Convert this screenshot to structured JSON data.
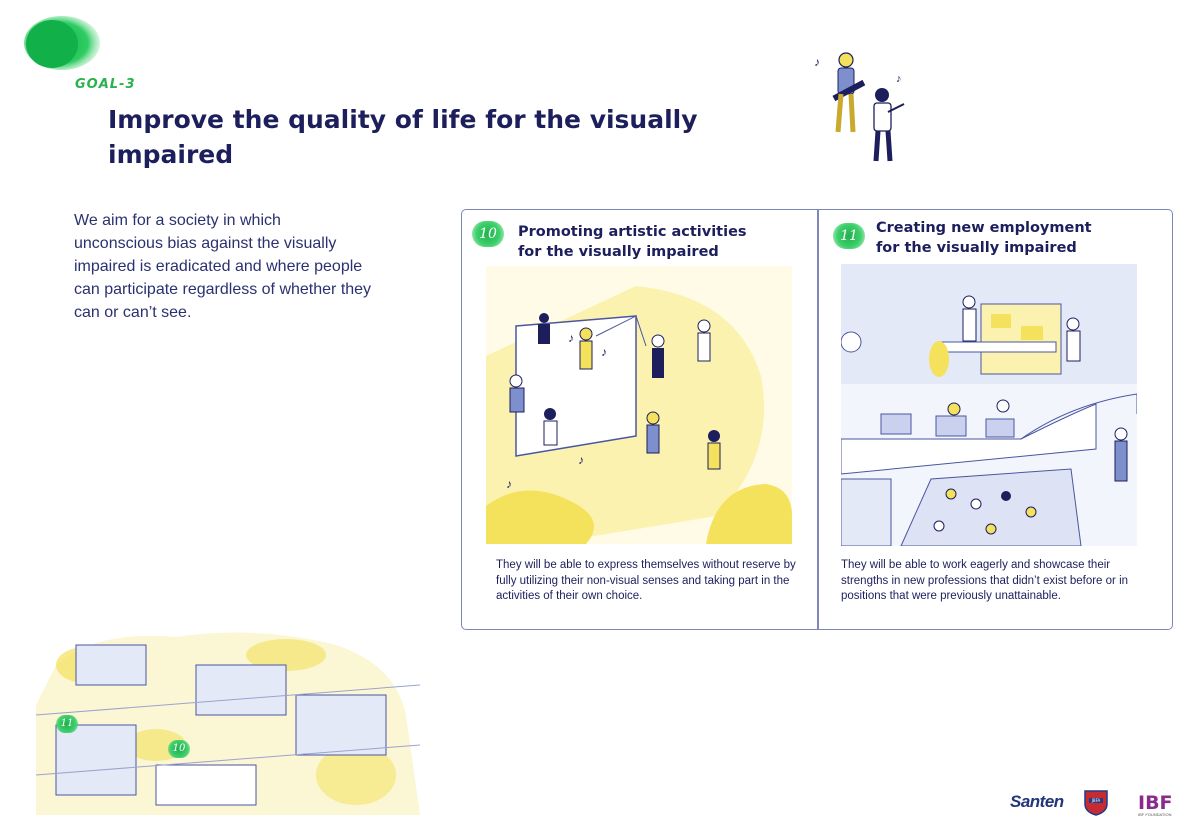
{
  "goal_label": "GOAL-3",
  "title": "Improve the quality of life for the visually impaired",
  "intro": "We aim for a society in which unconscious bias against the visually impaired is eradicated and where people can participate regardless of whether they can or can’t see.",
  "cards": [
    {
      "number": "10",
      "title": "Promoting artistic activities\nfor the visually impaired",
      "caption": "They will be able to express themselves without reserve by fully utilizing their non-visual senses and taking part in the activities of their own choice."
    },
    {
      "number": "11",
      "title": "Creating new employment\nfor the visually impaired",
      "caption": "They will be able to work eagerly and showcase their strengths in new professions that didn’t exist before or in positions that were previously unattainable."
    }
  ],
  "map_badges": [
    "11",
    "10"
  ],
  "logos": {
    "santen": "Santen",
    "jbfa": "JBFA",
    "ibf": "IBF",
    "ibf_sub": "IBF FOUNDATION"
  },
  "colors": {
    "accent_green": "#2bb24c",
    "navy": "#1c1f5c",
    "illustration_yellow": "#f4e15c",
    "panel_border": "#7f86b8"
  }
}
